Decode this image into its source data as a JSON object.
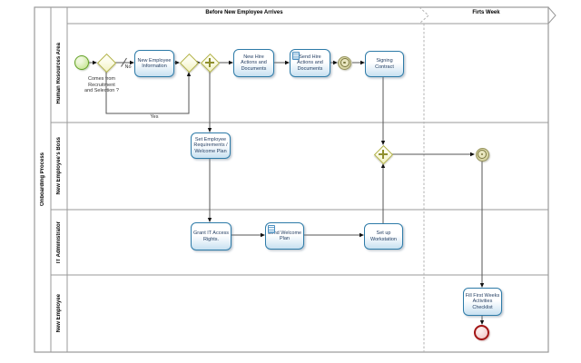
{
  "pool": {
    "name": "Onboarding Process"
  },
  "lanes": [
    {
      "name": "Human Resources Area"
    },
    {
      "name": "New Employee's Boss"
    },
    {
      "name": "IT Administrator"
    },
    {
      "name": "New Employee"
    }
  ],
  "phases": [
    {
      "name": "Before New Employee Arrives"
    },
    {
      "name": "Firts Week"
    }
  ],
  "nodes": {
    "events": [
      {
        "id": "start",
        "type": "start-event"
      },
      {
        "id": "intermediate-1",
        "type": "intermediate-timer-event"
      },
      {
        "id": "intermediate-2",
        "type": "intermediate-timer-event"
      },
      {
        "id": "end",
        "type": "end-event"
      }
    ],
    "gateways": [
      {
        "id": "exclusive-1",
        "type": "exclusive"
      },
      {
        "id": "exclusive-2",
        "type": "exclusive"
      },
      {
        "id": "parallel-1",
        "type": "parallel"
      },
      {
        "id": "parallel-2",
        "type": "parallel"
      }
    ],
    "tasks": [
      {
        "id": "new-employee-information",
        "label": "New Employee Information"
      },
      {
        "id": "new-hire-actions-and-documents",
        "label": "New Hire Actions and Documents"
      },
      {
        "id": "send-hire-actions-and-documents",
        "label": "Send Hire Actions and Documents",
        "marker": "script"
      },
      {
        "id": "signing-contract",
        "label": "Signing Contract"
      },
      {
        "id": "set-employee-requirements-welcome-plan",
        "label": "Set Employee Requirements / Welcome Plan"
      },
      {
        "id": "grant-it-access-rights",
        "label": "Grant IT Access Rights."
      },
      {
        "id": "send-welcome-plan",
        "label": "Send Welcome Plan",
        "marker": "script"
      },
      {
        "id": "set-up-workstation",
        "label": "Set up Workstation"
      },
      {
        "id": "fill-first-weeks-activities-checklist",
        "label": "Fill First Weeks Activities Checklist"
      }
    ]
  },
  "flow_labels": {
    "gateway_question": "Comes from Recruitment and Selection ?",
    "yes": "Yes",
    "no": "No"
  },
  "colors": {
    "task_border": "#2e7ba8",
    "task_fill_bottom": "#c7e0f0",
    "gateway_border": "#b2b246",
    "gateway_marker": "#8f8f2e",
    "start_event_border": "#61a024",
    "intermediate_event_border": "#96935c",
    "end_event_border": "#a31515",
    "flow_line": "#555555",
    "frame_line": "#9a9a9a"
  }
}
